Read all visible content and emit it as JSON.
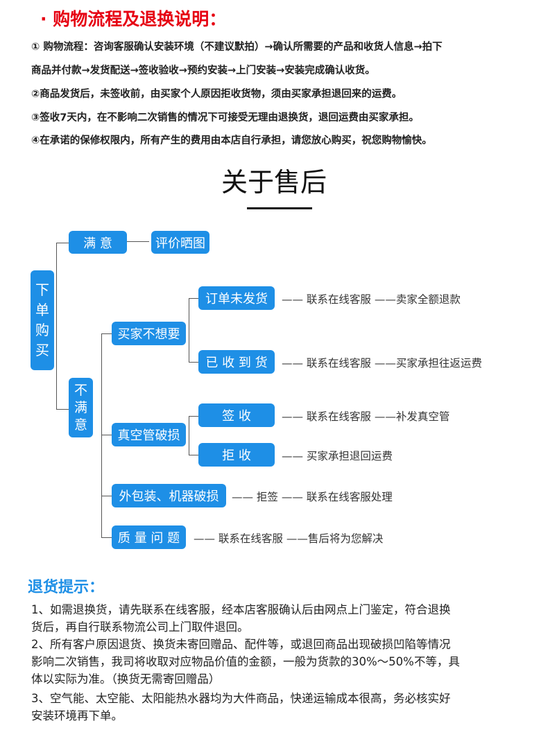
{
  "header": {
    "title": "· 购物流程及退换说明："
  },
  "process_lines": [
    "①  购物流程：咨询客服确认安装环境（不建议默拍）→确认所需要的产品和收货人信息→拍下",
    "商品并付款→发货配送→签收验收→预约安装→上门安装→安装完成确认收货。",
    "②商品发货后，未签收前，由买家个人原因拒收货物，须由买家承担退回来的运费。",
    "③签收7天内，在不影响二次销售的情况下可接受无理由退换货，退回运费由买家承担。",
    "④在承诺的保修权限内，所有产生的费用由本店自行承担，请您放心购买，祝您购物愉快。"
  ],
  "after_sales": {
    "heading": "关于售后",
    "root": [
      "下",
      "单",
      "购",
      "买"
    ],
    "satisfied": "满 意",
    "review": "评价晒图",
    "unsatisfied": [
      "不",
      "满",
      "意"
    ],
    "buyer_not_want": "买家不想要",
    "order_not_shipped": "订单未发货",
    "received": "已 收 到 货",
    "vacuum_broken": "真空管破损",
    "sign": "签  收",
    "reject": "拒  收",
    "package_broken": "外包装、机器破损",
    "quality": "质 量 问 题",
    "notes": {
      "not_shipped": "—— 联系在线客服 ——卖家全额退款",
      "received": "—— 联系在线客服 ——买家承担往返运费",
      "sign": "—— 联系在线客服 ——补发真空管",
      "reject": "—— 买家承担退回运费",
      "package": "—— 拒签 —— 联系在线客服处理",
      "quality": "—— 联系在线客服 ——售后将为您解决"
    }
  },
  "tips": {
    "title": "退货提示：",
    "lines": [
      "1、如需退换货，请先联系在线客服，经本店客服确认后由网点上门鉴定，符合退换",
      "货后，再自行联系物流公司上门取件退回。",
      "2、所有客户原因退货、换货未寄回赠品、配件等，或退回商品出现破损凹陷等情况",
      "影响二次销售，我司将收取对应物品价值的金额，一般为货款的30%～50%不等，具",
      "体以实际为准。（换货无需寄回赠品）",
      "3、空气能、太空能、太阳能热水器均为大件商品，快递运输成本很高，务必核实好",
      "安装环境再下单。"
    ]
  }
}
